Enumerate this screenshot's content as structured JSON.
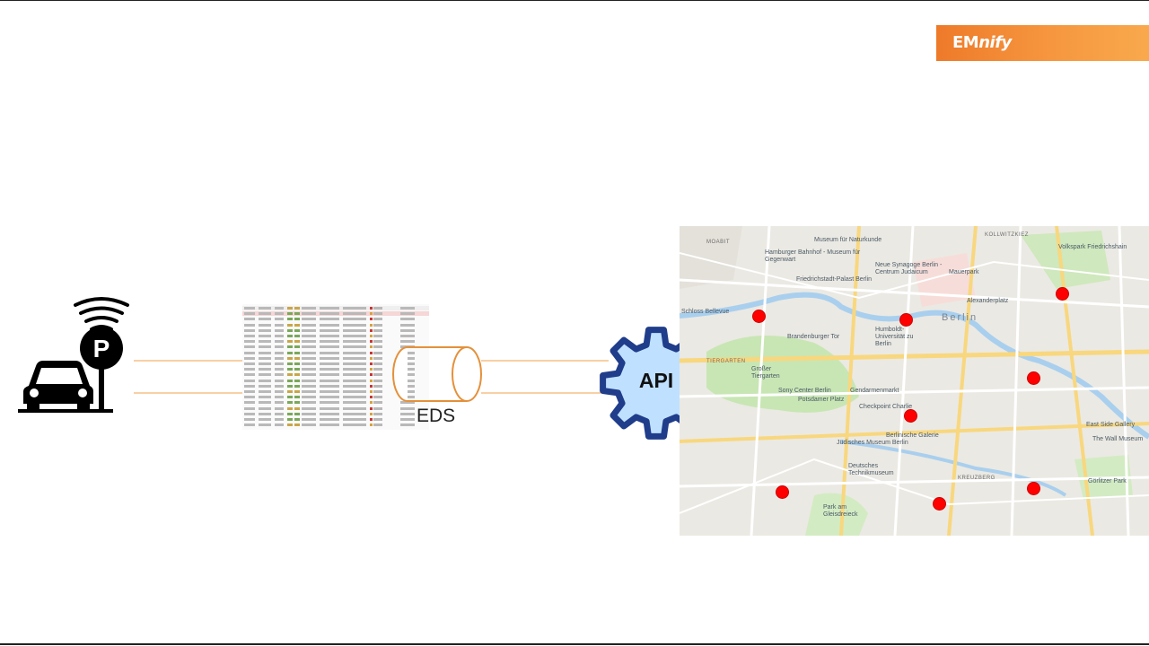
{
  "logo": {
    "prefix": "EM",
    "suffix": "nify"
  },
  "diagram": {
    "pipe_label": "EDS",
    "api_label": "API"
  },
  "device": {
    "parking_letter": "P"
  },
  "colors": {
    "brand_orange": "#f39439",
    "connector_line": "#f0a14a",
    "api_gear_fill": "#bfe0ff",
    "api_gear_stroke": "#1f3d8a",
    "marker_red": "#ff0000"
  },
  "map": {
    "city_label": "Berlin",
    "district_labels": [
      "MOABIT",
      "KOLLWITZKIEZ",
      "KREUZBERG",
      "TIERGARTEN"
    ],
    "place_labels": [
      "Hamburger Bahnhof - Museum für Gegenwart",
      "Museum für Naturkunde",
      "Neue Synagoge Berlin - Centrum Judaicum",
      "Friedrichstadt-Palast Berlin",
      "Mauerpark",
      "Humboldt-Universität zu Berlin",
      "Alexanderplatz",
      "Brandenburger Tor",
      "Großer Tiergarten",
      "Gendarmenmarkt",
      "Checkpoint Charlie",
      "Potsdamer Platz",
      "Berlinische Galerie",
      "Jüdisches Museum Berlin",
      "Deutsches Technikmuseum",
      "East Side Gallery",
      "The Wall Museum",
      "Görlitzer Park",
      "Sony Center Berlin",
      "Schloss Bellevue",
      "Volkspark Friedrichshain",
      "Park am Gleisdreieck"
    ],
    "marker_count": 8
  },
  "table_thumbnail": {
    "row_count": 22
  }
}
